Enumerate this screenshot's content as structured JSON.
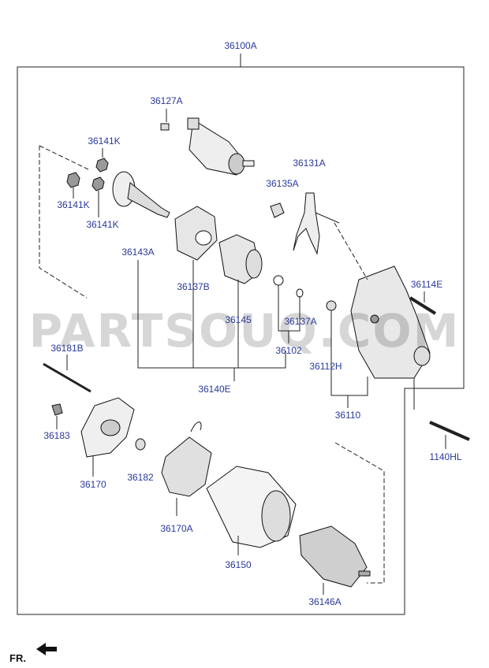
{
  "watermark": "PARTSOUQ.COM",
  "footer": {
    "direction_label": "FR."
  },
  "labels": {
    "assembly": "36100A",
    "solenoid": "36127A",
    "nut_top": "36141K",
    "nut_left": "36141K",
    "nut_mid": "36141K",
    "plunger": "36135A",
    "lever": "36131A",
    "shaft": "36143A",
    "gear_a": "36137B",
    "clutch": "36145",
    "ring": "36137A",
    "kit": "36102",
    "housing_bolt": "36114E",
    "bush": "36112H",
    "housing": "36110",
    "drive_kit": "36140E",
    "through_bolt": "36181B",
    "screw": "36183",
    "end_cover": "36170",
    "bush_small": "36182",
    "brush_holder": "36170A",
    "yoke": "36150",
    "armature": "36146A",
    "mount_bolt": "1140HL"
  },
  "icons": [
    "arrow-left-icon"
  ]
}
